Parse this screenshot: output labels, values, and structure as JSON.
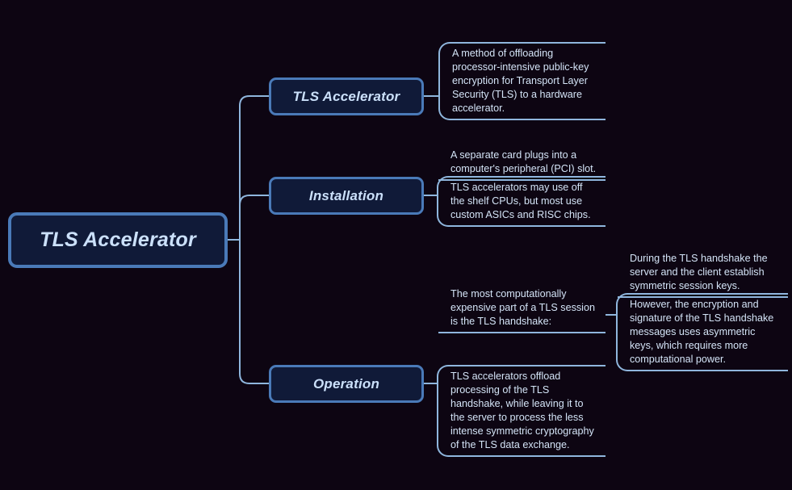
{
  "diagram": {
    "type": "mind-map",
    "title": "TLS Accelerator",
    "background_color": "#0d0512",
    "node_fill_color": "#101a38",
    "node_border_color": "#4a7ab8",
    "node_text_color": "#cbe0fa",
    "leaf_text_color": "#d4e4f7",
    "connector_color": "#8fb6dd"
  },
  "root": {
    "label": "TLS Accelerator"
  },
  "branches": [
    {
      "label": "TLS Accelerator",
      "leaves": [
        {
          "text": "A method of offloading processor-intensive public-key encryption for Transport Layer Security (TLS) to a hardware accelerator."
        }
      ]
    },
    {
      "label": "Installation",
      "leaves": [
        {
          "text": "A separate card plugs into a computer's peripheral (PCI) slot."
        },
        {
          "text": "TLS accelerators may use off the shelf CPUs, but most use custom ASICs and RISC chips."
        }
      ]
    },
    {
      "label": "Operation",
      "leaves": [
        {
          "text": "The most computationally expensive part of a TLS session is the TLS handshake:",
          "sub_leaves": [
            {
              "text": "During the TLS handshake the server and the client establish symmetric session keys."
            },
            {
              "text": "However, the encryption and signature of the TLS handshake messages uses asymmetric keys, which requires more computational power."
            }
          ]
        },
        {
          "text": "TLS accelerators offload processing of the TLS handshake, while leaving it to the server to process the less intense symmetric cryptography of the TLS data exchange."
        }
      ]
    }
  ]
}
